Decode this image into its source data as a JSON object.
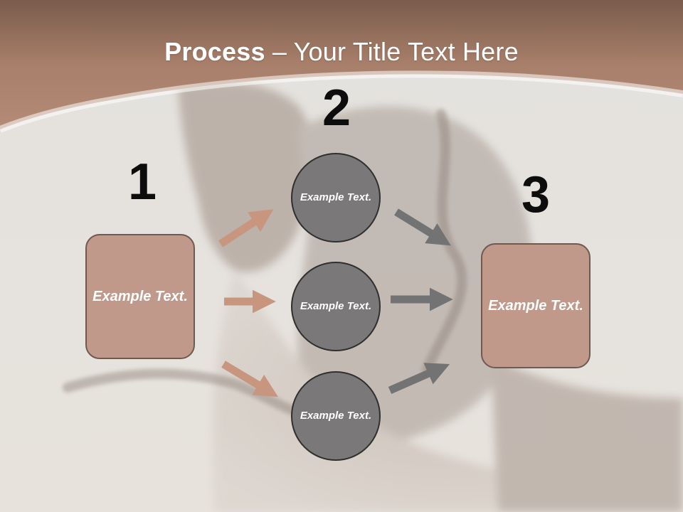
{
  "slide": {
    "title_bold": "Process",
    "title_rest": " – Your Title Text Here",
    "steps": [
      {
        "number": "1",
        "box_text": "Example Text."
      },
      {
        "number": "2",
        "circles": [
          "Example Text.",
          "Example Text.",
          "Example Text."
        ]
      },
      {
        "number": "3",
        "box_text": "Example Text."
      }
    ]
  },
  "colors": {
    "header_band": "#a97f6c",
    "box_fill": "#c1998a",
    "box_border": "#6f5a52",
    "circle_fill": "#7a7878",
    "circle_border": "#2f2f2f",
    "arrow_left": "#c8967f",
    "arrow_right": "#737373",
    "number_text": "#0d0d0d"
  }
}
